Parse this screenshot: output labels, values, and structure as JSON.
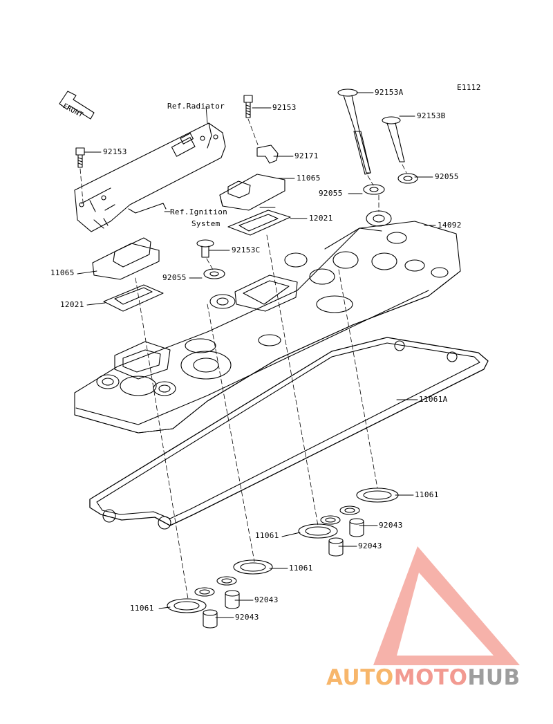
{
  "diagram_code": "E1112",
  "front_label": "FRONT",
  "references": {
    "radiator": "Ref.Radiator",
    "ignition_line1": "Ref.Ignition",
    "ignition_line2": "System"
  },
  "part_labels": {
    "p92153_left": "92153",
    "p92153_top": "92153",
    "p92153A": "92153A",
    "p92153B": "92153B",
    "p92171": "92171",
    "p11065_right": "11065",
    "p11065_left": "11065",
    "p92055_right": "92055",
    "p92055_mid": "92055",
    "p92055_left": "92055",
    "p12021_right": "12021",
    "p12021_left": "12021",
    "p14092": "14092",
    "p92153C": "92153C",
    "p11061A": "11061A",
    "p11061_a": "11061",
    "p11061_b": "11061",
    "p11061_c": "11061",
    "p11061_d": "11061",
    "p92043_a": "92043",
    "p92043_b": "92043",
    "p92043_c": "92043",
    "p92043_d": "92043"
  },
  "watermark": {
    "part1": "AUTO",
    "part2": "MOTO",
    "part3": "HUB",
    "colors": {
      "auto": "#f7b66b",
      "moto": "#f29a91",
      "hub": "#9d9d9d",
      "triangle": "#f5a49b"
    }
  }
}
